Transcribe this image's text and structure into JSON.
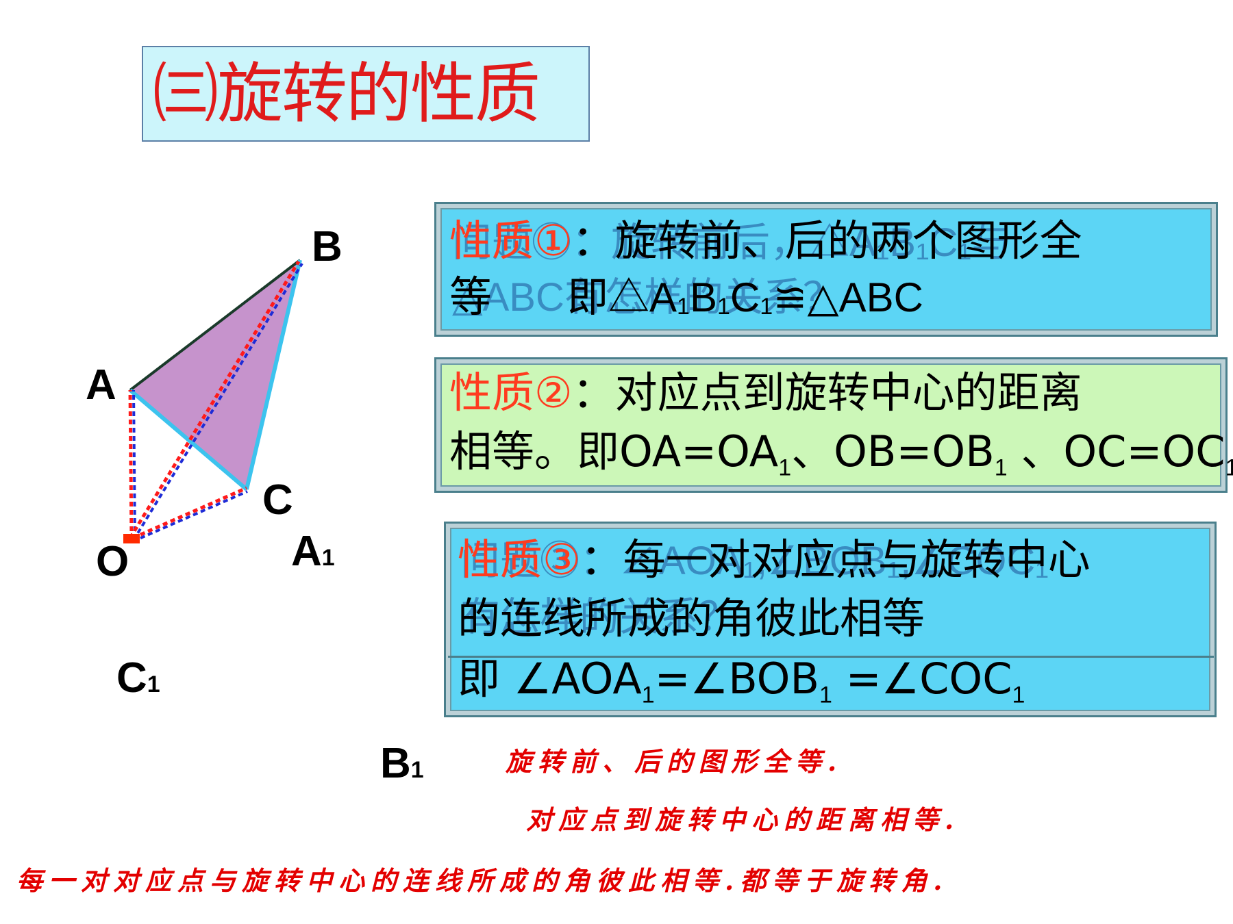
{
  "title": "㈢旋转的性质",
  "diagram": {
    "labels": {
      "B": "B",
      "A": "A",
      "C": "C",
      "O": "O",
      "A1": "A",
      "C1": "C",
      "B1": "B",
      "sub": "1"
    },
    "colors": {
      "triangle_fill": "#c693cc",
      "triangle_edge": "#3cc3ee",
      "dash_red": "#ff1a1a",
      "dash_blue": "#1e2bd6",
      "center_marker": "#ff2a00"
    }
  },
  "prop1": {
    "ghost_line1": "问题①：旋转前后，△A₁B₁C₁与",
    "ghost_line2": "△ABC有怎样的关系？",
    "lead": "性质①",
    "line1_rest": "：旋转前、后的两个图形全",
    "line2_a": "等",
    "line2_b": "即△A",
    "line2_c": "B",
    "line2_d": "C",
    "line2_e": "≌△ABC",
    "sub": "1"
  },
  "prop2": {
    "lead": "性质②",
    "line1_rest": "：对应点到旋转中心的距离",
    "line2_a": "相等。即OA=OA",
    "line2_b": "、OB=OB",
    "line2_c": " 、OC=OC",
    "sub": "1"
  },
  "prop3": {
    "ghost_line1": "问题③：∠AOA₁,∠BOB₁,∠COC₁",
    "ghost_line2": "有怎样的关系？",
    "lead": "性质③",
    "line1_rest": "：每一对对应点与旋转中心",
    "line2": "的连线所成的角彼此相等",
    "line3_a": "即  ∠AOA",
    "line3_b": "=∠BOB",
    "line3_c": " =∠COC",
    "sub": "1"
  },
  "notes": {
    "n1": "旋转前、后的图形全等.",
    "n2": "对应点到旋转中心的距离相等.",
    "n3": "每一对对应点与旋转中心的连线所成的角彼此相等.都等于旋转角."
  }
}
